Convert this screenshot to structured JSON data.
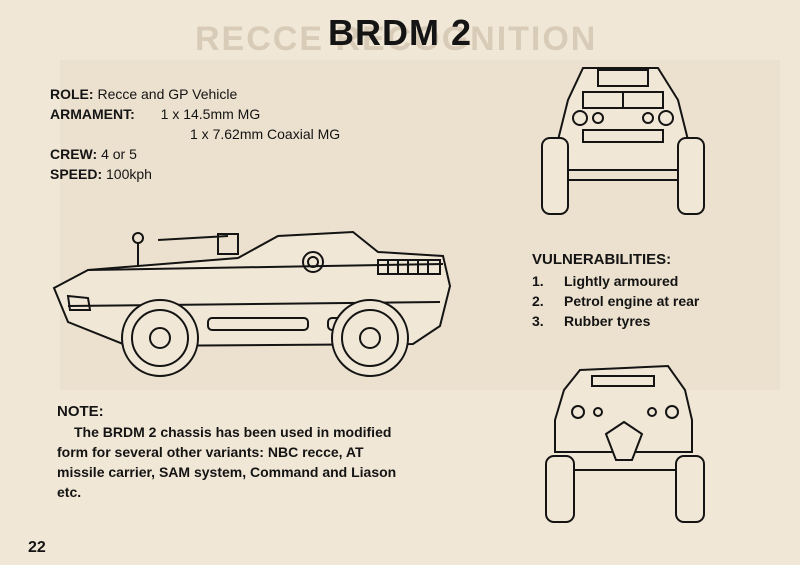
{
  "page": {
    "title": "BRDM 2",
    "ghost_title": "RECCE RECOGNITION",
    "page_number": "22"
  },
  "specs": {
    "role_label": "ROLE:",
    "role_value": "Recce and GP Vehicle",
    "armament_label": "ARMAMENT:",
    "armament_line1": "1 x 14.5mm MG",
    "armament_line2": "1 x 7.62mm Coaxial MG",
    "crew_label": "CREW:",
    "crew_value": "4 or 5",
    "speed_label": "SPEED:",
    "speed_value": "100kph"
  },
  "vulnerabilities": {
    "heading": "VULNERABILITIES:",
    "items": [
      {
        "num": "1.",
        "text": "Lightly armoured"
      },
      {
        "num": "2.",
        "text": "Petrol engine at rear"
      },
      {
        "num": "3.",
        "text": "Rubber tyres"
      }
    ]
  },
  "note": {
    "heading": "NOTE:",
    "body": "The BRDM 2 chassis has been used in modified form for several other variants: NBC recce, AT missile carrier, SAM system, Command and Liason etc."
  },
  "colors": {
    "paper": "#f1e7d6",
    "ink": "#141414"
  }
}
